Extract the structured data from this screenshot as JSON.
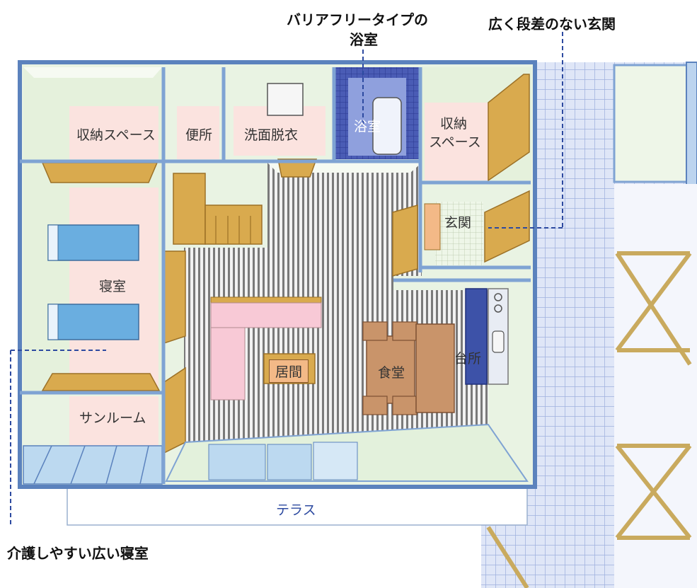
{
  "callouts": {
    "bath_type": "バリアフリータイプの",
    "bath_type_2": "浴室",
    "entrance": "広く段差のない玄関",
    "bedroom": "介護しやすい広い寝室"
  },
  "rooms": {
    "storage_left": "収納スペース",
    "toilet": "便所",
    "washroom": "洗面脱衣",
    "bathroom": "浴室",
    "storage_right_1": "収納",
    "storage_right_2": "スペース",
    "entrance": "玄関",
    "bedroom": "寝室",
    "living": "居間",
    "dining": "食堂",
    "kitchen": "台所",
    "sunroom": "サンルーム",
    "terrace": "テラス"
  },
  "colors": {
    "wall": "#7fa3d3",
    "wall_dark": "#5b82bd",
    "floor_pink": "#fbe3df",
    "floor_green": "#e3f1dc",
    "floor_blue": "#bcd9f0",
    "wood": "#d9aa4e",
    "wood_dark": "#9c7127",
    "stripe_dark": "#6d6d6d",
    "sofa": "#f8c9d6",
    "bed": "#6aaee0",
    "table": "#c9946a",
    "kitchen_blue": "#3d52a8",
    "bath_tile": "#2f3f9d",
    "grid_tile": "#9fb1de",
    "callout_line": "#2d4aa0"
  }
}
